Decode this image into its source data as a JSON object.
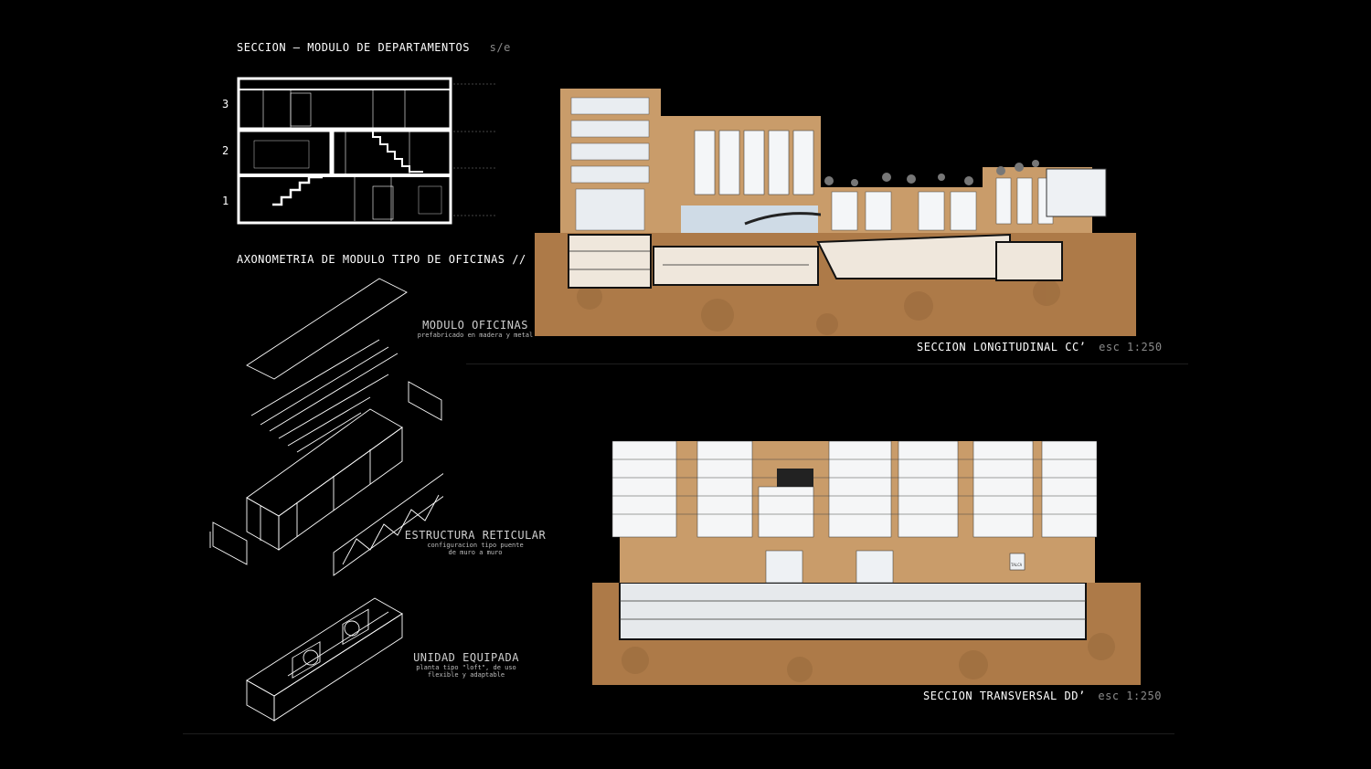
{
  "section_aptos": {
    "title": "SECCION – MODULO DE DEPARTAMENTOS",
    "scale": "s/e",
    "levels": [
      "3",
      "2",
      "1"
    ]
  },
  "axonometry": {
    "title": "AXONOMETRIA DE MODULO TIPO DE OFICINAS //",
    "parts": [
      {
        "name": "MODULO OFICINAS",
        "desc": [
          "prefabricado en madera y metal"
        ]
      },
      {
        "name": "ESTRUCTURA RETICULAR",
        "desc": [
          "configuracion tipo puente",
          "de muro a muro"
        ]
      },
      {
        "name": "UNIDAD EQUIPADA",
        "desc": [
          "planta tipo \"loft\", de uso",
          "flexible y adaptable"
        ]
      }
    ]
  },
  "section_cc": {
    "title": "SECCION LONGITUDINAL CC’",
    "scale": "esc 1:250"
  },
  "section_dd": {
    "title": "SECCION TRANSVERSAL DD’",
    "scale": "esc 1:250",
    "sign": "TALCA"
  },
  "colors": {
    "background": "#000000",
    "earth": "#b07b4a",
    "facade": "#c79a68",
    "glass": "#eef1f4",
    "line": "#ffffff"
  }
}
